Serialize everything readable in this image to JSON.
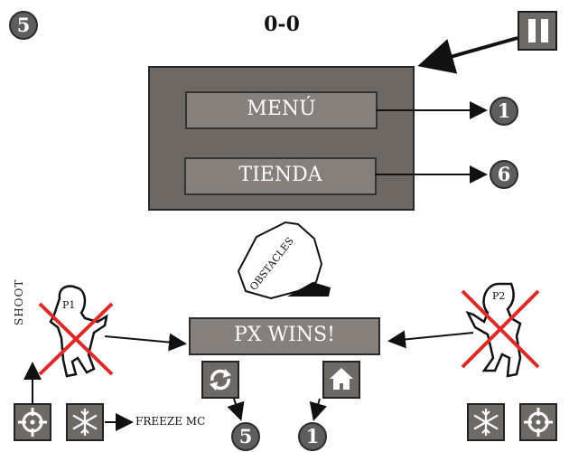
{
  "score": "0-0",
  "menu_panel": {
    "menu_label": "MENÚ",
    "store_label": "TIENDA"
  },
  "winner_label": "PX WINS!",
  "obstacles_label": "OBSTACLES",
  "players": {
    "p1_label": "P1",
    "p2_label": "P2"
  },
  "controls": {
    "shoot_label": "SHOOT",
    "freeze_label": "FREEZE MC"
  },
  "badges": {
    "top_left": "5",
    "menu": "1",
    "store": "6",
    "restart": "5",
    "home": "1"
  },
  "icons": {
    "pause": "pause-icon",
    "restart": "restart-icon",
    "home": "home-icon",
    "crosshair": "crosshair-icon",
    "snowflake": "snowflake-icon"
  },
  "colors": {
    "panel": "#6e6864",
    "button": "#85807b",
    "badge": "#5e5e5e",
    "cross": "#e02a2a"
  }
}
